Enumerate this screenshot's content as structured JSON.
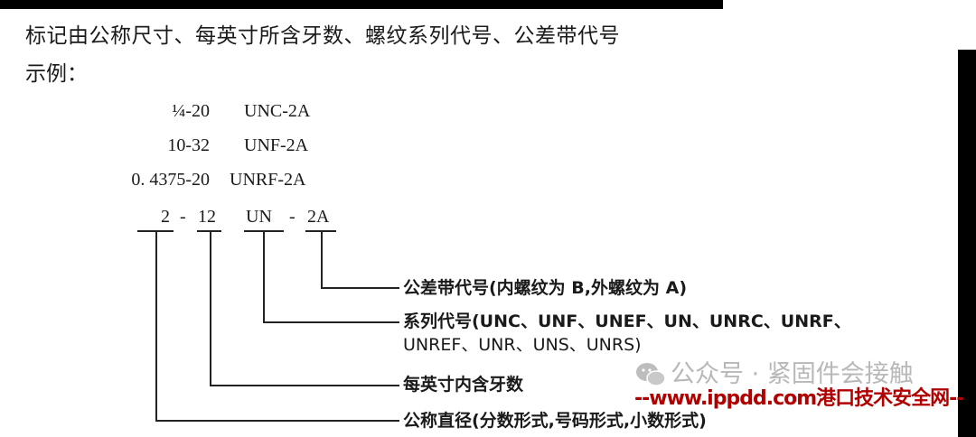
{
  "intro_text": "标记由公称尺寸、每英寸所含牙数、螺纹系列代号、公差带代号",
  "example_heading": "示例：",
  "examples": [
    {
      "size_tpi": "¼-20",
      "designation": "UNC-2A"
    },
    {
      "size_tpi": "10-32",
      "designation": "UNF-2A"
    },
    {
      "size_tpi": "0. 4375-20",
      "designation": "UNRF-2A"
    }
  ],
  "breakdown": {
    "diameter": "2",
    "tpi": "12",
    "series": "UN",
    "tolerance": "2A",
    "dash": "-"
  },
  "labels": {
    "tolerance": "公差带代号(内螺纹为 B,外螺纹为 A)",
    "series_line1": "系列代号(UNC、UNF、UNEF、UN、UNRC、UNRF、",
    "series_line2": "UNREF、UNR、UNS、UNRS)",
    "tpi": "每英寸内含牙数",
    "diameter": "公称直径(分数形式,号码形式,小数形式)"
  },
  "watermarks": {
    "account": "公众号 · 紧固件会接触",
    "site": "--www.ippdd.com港口技术安全网--",
    "icon": "wechat-icon"
  }
}
